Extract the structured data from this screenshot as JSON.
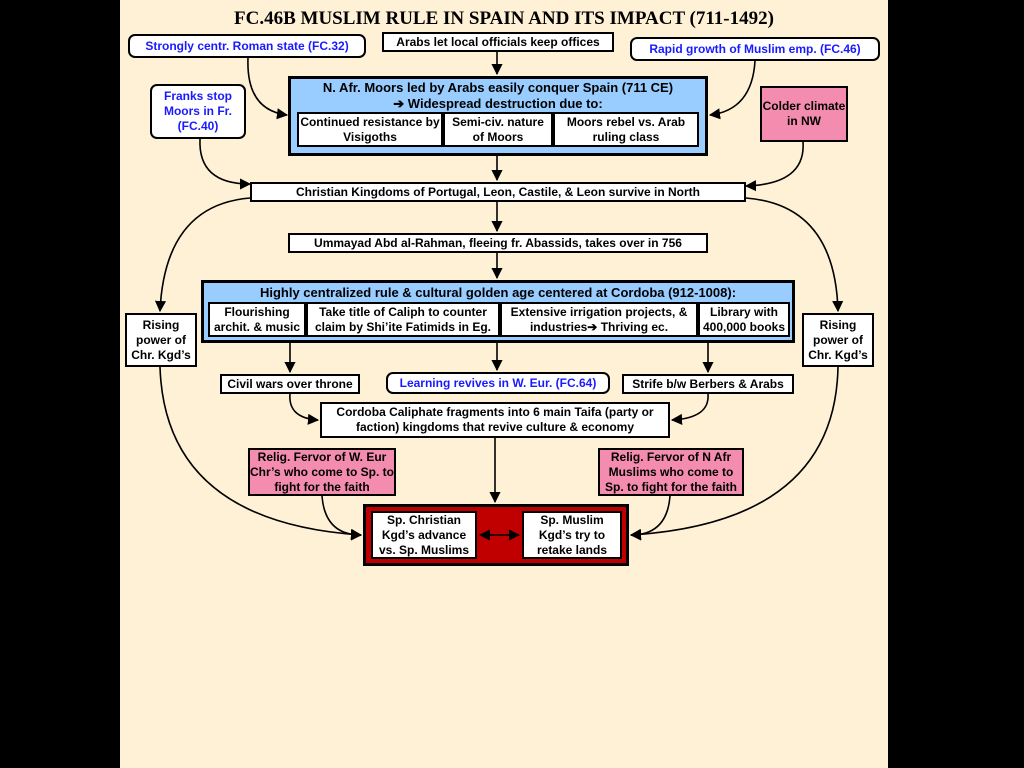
{
  "title": "FC.46B MUSLIM RULE IN SPAIN AND ITS IMPACT (711-1492)",
  "boxes": {
    "roman_state": "Strongly centr. Roman state (FC.32)",
    "local_officials": "Arabs let local officials keep offices",
    "rapid_growth": "Rapid growth of Muslim emp. (FC.46)",
    "moors_conquer_line1": "N. Afr. Moors led by Arabs easily conquer Spain (711 CE)",
    "moors_conquer_line2": "➔ Widespread destruction due to:",
    "continued_resistance": "Continued resistance by Visigoths",
    "semi_civ": "Semi-civ. nature of Moors",
    "moors_rebel": "Moors rebel vs. Arab ruling class",
    "franks_stop": "Franks stop Moors in Fr. (FC.40)",
    "colder_climate": "Colder climate in NW",
    "christian_kingdoms": "Christian Kingdoms of Portugal, Leon, Castile, & Leon survive in North",
    "ummayad": "Ummayad Abd al-Rahman, fleeing fr. Abassids, takes over in 756",
    "golden_age": "Highly centralized rule & cultural golden age centered at Cordoba (912-1008):",
    "flourishing": "Flourishing archit. & music",
    "caliph_title": "Take title of Caliph to counter claim by Shi’ite Fatimids in Eg.",
    "irrigation": "Extensive irrigation projects, & industries➔ Thriving ec.",
    "library": "Library with 400,000 books",
    "rising_left": "Rising power of Chr. Kgd’s",
    "rising_right": "Rising power of Chr. Kgd’s",
    "civil_wars": "Civil wars over throne",
    "learning": "Learning revives in W. Eur. (FC.64)",
    "strife": "Strife b/w Berbers & Arabs",
    "taifa": "Cordoba Caliphate fragments into 6 main Taifa (party or faction) kingdoms that revive culture & economy",
    "fervor_west": "Relig. Fervor of W. Eur Chr’s who come to Sp. to fight for the faith",
    "fervor_nafr": "Relig. Fervor of N Afr Muslims who come to Sp. to fight for the faith",
    "sp_christian": "Sp. Christian Kgd’s advance vs. Sp. Muslims",
    "sp_muslim": "Sp. Muslim Kgd’s try to retake lands"
  },
  "colors": {
    "background": "#FFF1D6",
    "blue_panel": "#99CCFF",
    "pink_box": "#F48CB0",
    "red_panel": "#C00000",
    "link_text": "#1a1aff"
  }
}
